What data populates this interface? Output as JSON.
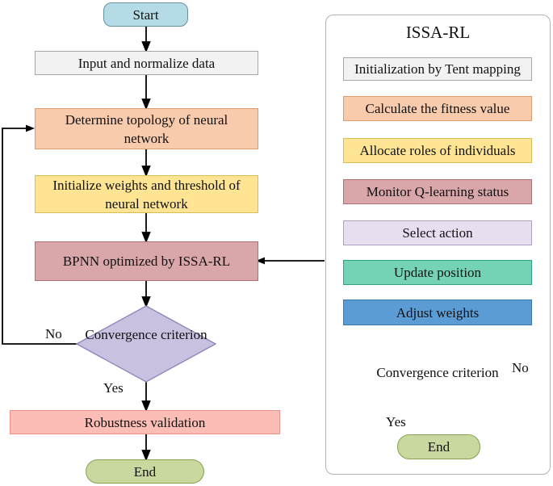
{
  "diagram": {
    "left_flow": {
      "start_label": "Start",
      "input_label": "Input and normalize data",
      "topology_label": "Determine topology of neural network",
      "weights_label": "Initialize weights and threshold of neural network",
      "bpnn_label": "BPNN optimized by ISSA-RL",
      "decision_label": "Convergence criterion",
      "robustness_label": "Robustness validation",
      "end_label": "End",
      "no_label": "No",
      "yes_label": "Yes"
    },
    "issa_panel": {
      "title": "ISSA-RL",
      "step1_label": "Initialization by Tent mapping",
      "step2_label": "Calculate the fitness value",
      "step3_label": "Allocate roles of individuals",
      "step4_label": "Monitor Q-learning status",
      "step5_label": "Select action",
      "step6_label": "Update position",
      "step7_label": "Adjust weights",
      "decision_label": "Convergence criterion",
      "end_label": "End",
      "no_label": "No",
      "yes_label": "Yes"
    },
    "colors": {
      "start_fill": "#b5dbe7",
      "gray_fill": "#f2f2f2",
      "peach_fill": "#f8cbad",
      "yellow_fill": "#ffe593",
      "rose_fill": "#d9a6a9",
      "lavender_fill": "#e7def0",
      "mint_fill": "#74d3b6",
      "blue_fill": "#5b9cd5",
      "salmon_fill": "#fbbdb5",
      "green_fill": "#c9d89e",
      "diamond_fill": "#c9c1e0",
      "line_black": "#000000",
      "connector_gray": "#8c8c8c"
    }
  }
}
